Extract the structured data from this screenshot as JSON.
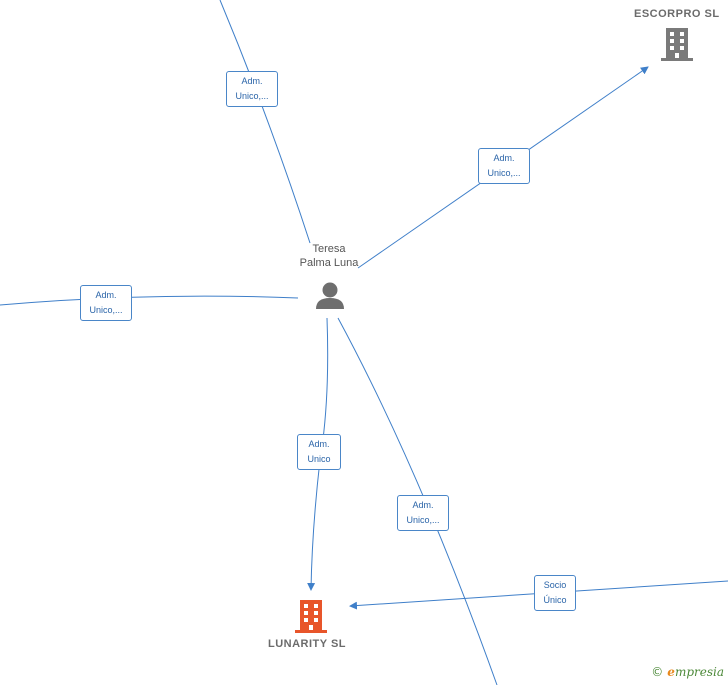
{
  "nodes": {
    "person": {
      "line1": "Teresa",
      "line2": "Palma Luna"
    },
    "escorpro": {
      "name": "ESCORPRO SL"
    },
    "lunarity": {
      "name": "LUNARITY SL"
    }
  },
  "edges": [
    {
      "line1": "Adm.",
      "line2": "Unico,..."
    },
    {
      "line1": "Adm.",
      "line2": "Unico,..."
    },
    {
      "line1": "Adm.",
      "line2": "Unico,..."
    },
    {
      "line1": "Adm.",
      "line2": "Unico"
    },
    {
      "line1": "Adm.",
      "line2": "Unico,..."
    },
    {
      "line1": "Socio",
      "line2": "Único"
    }
  ],
  "watermark": {
    "copyright": "©",
    "brand_initial": "e",
    "brand_rest": "mpresia"
  },
  "colors": {
    "edge": "#3f7fc9",
    "company_gray": "#7a7a7a",
    "company_highlight": "#e8552a",
    "person": "#6e6e6e"
  }
}
